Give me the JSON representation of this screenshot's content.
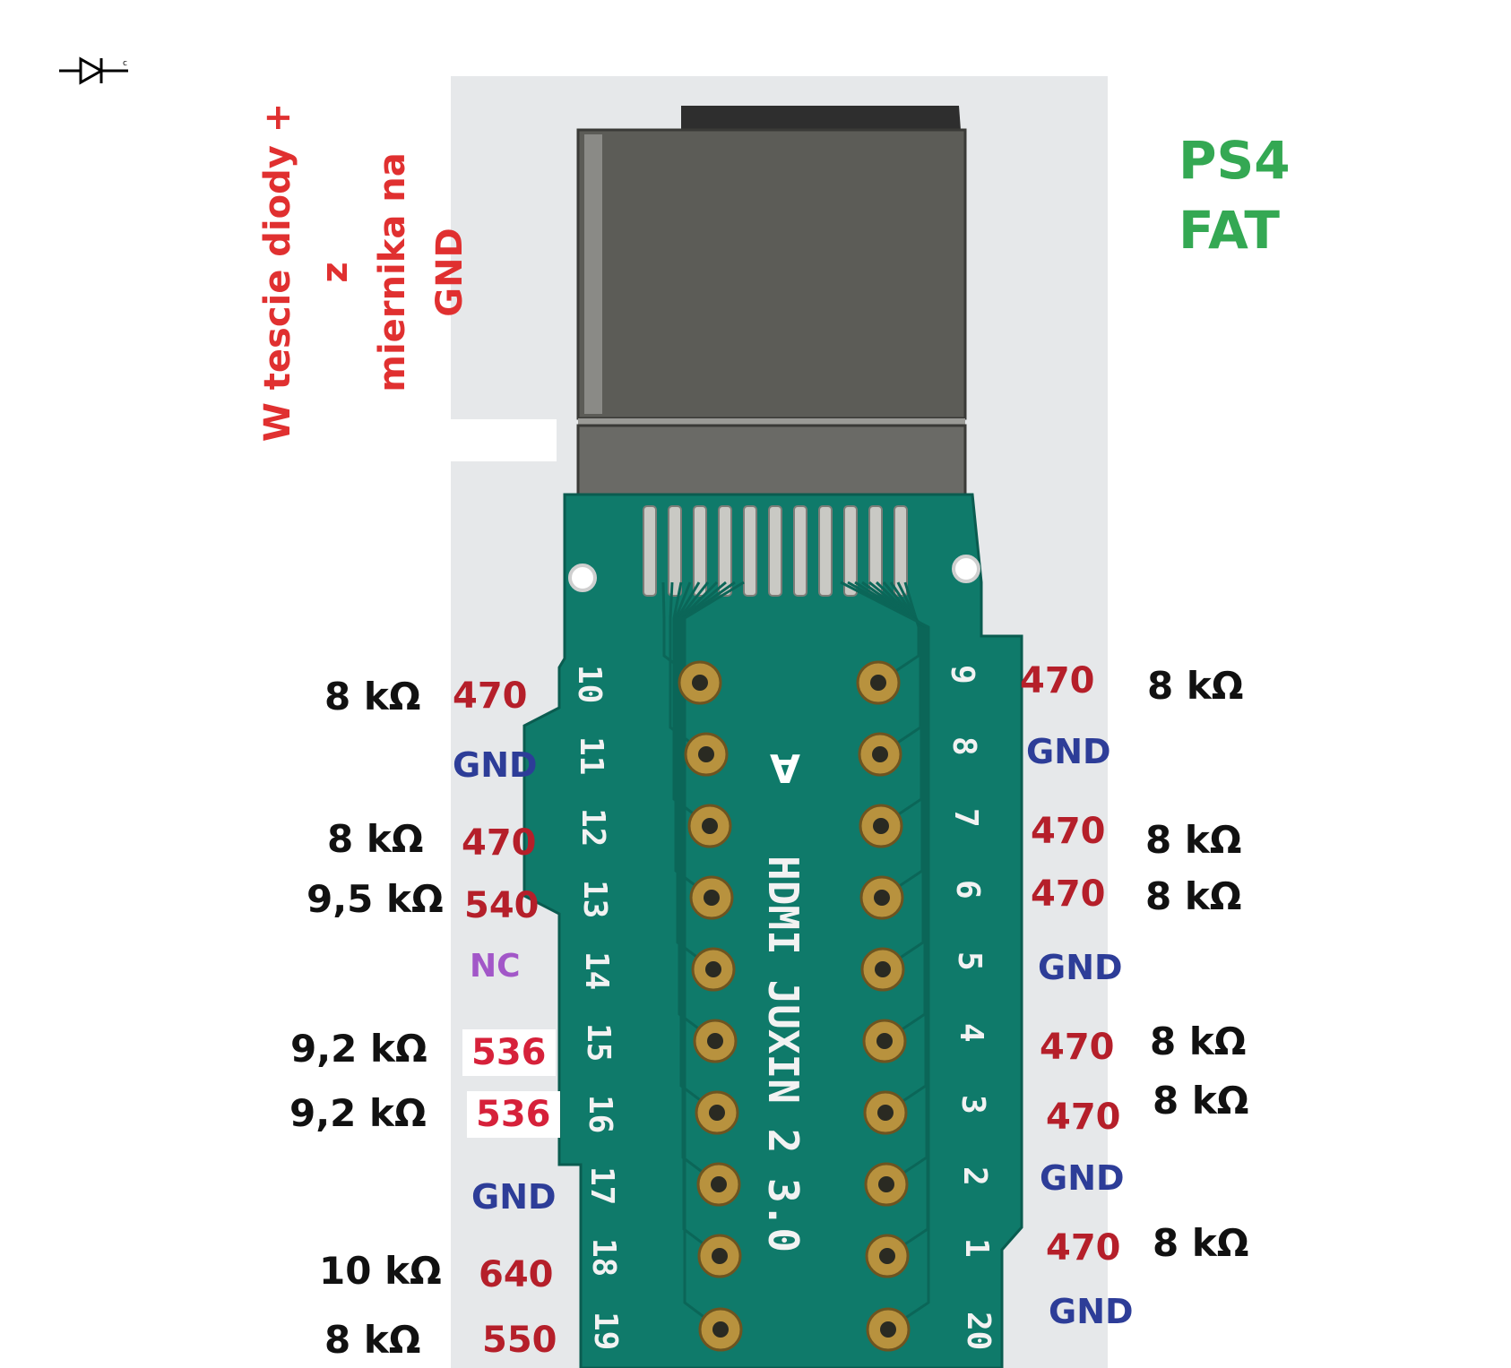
{
  "title": {
    "line1": "PS4",
    "line2": "FAT"
  },
  "note": {
    "line1": "W tescie diody + z",
    "line2": "miernika na GND"
  },
  "symbol": {
    "name": "diode-symbol",
    "mark": "c"
  },
  "board": {
    "silkscreen_letter": "A",
    "silkscreen_text": "HDMI JUXIN 2 3.0",
    "left_pin_numbers": [
      "10",
      "11",
      "12",
      "13",
      "14",
      "15",
      "16",
      "17",
      "18",
      "19"
    ],
    "right_pin_numbers": [
      "9",
      "8",
      "7",
      "6",
      "5",
      "4",
      "3",
      "2",
      "1",
      "20"
    ],
    "colors": {
      "pcb": "#0f7a6a",
      "pad": "#b8923e",
      "connector": "#5a5a55"
    }
  },
  "left_pins": [
    {
      "pin": "10",
      "resistance": "8 kΩ",
      "diode": "470"
    },
    {
      "pin": "11",
      "resistance": "",
      "diode": "GND"
    },
    {
      "pin": "12",
      "resistance": "8 kΩ",
      "diode": "470"
    },
    {
      "pin": "13",
      "resistance": "9,5 kΩ",
      "diode": "540"
    },
    {
      "pin": "14",
      "resistance": "",
      "diode": "NC"
    },
    {
      "pin": "15",
      "resistance": "9,2 kΩ",
      "diode": "536"
    },
    {
      "pin": "16",
      "resistance": "9,2 kΩ",
      "diode": "536"
    },
    {
      "pin": "17",
      "resistance": "",
      "diode": "GND"
    },
    {
      "pin": "18",
      "resistance": "10 kΩ",
      "diode": "640"
    },
    {
      "pin": "19",
      "resistance": "8 kΩ",
      "diode": "550"
    }
  ],
  "right_pins": [
    {
      "pin": "9",
      "diode": "470",
      "resistance": "8 kΩ"
    },
    {
      "pin": "8",
      "diode": "GND",
      "resistance": ""
    },
    {
      "pin": "7",
      "diode": "470",
      "resistance": "8 kΩ"
    },
    {
      "pin": "6",
      "diode": "470",
      "resistance": "8 kΩ"
    },
    {
      "pin": "5",
      "diode": "GND",
      "resistance": ""
    },
    {
      "pin": "4",
      "diode": "470",
      "resistance": "8 kΩ"
    },
    {
      "pin": "3",
      "diode": "470",
      "resistance": "8 kΩ"
    },
    {
      "pin": "2",
      "diode": "GND",
      "resistance": ""
    },
    {
      "pin": "1",
      "diode": "470",
      "resistance": "8 kΩ"
    },
    {
      "pin": "20",
      "diode": "GND",
      "resistance": ""
    }
  ],
  "colors": {
    "title": "#34a853",
    "note": "#e03030",
    "diode_value": "#b51f2a",
    "gnd": "#2d3d98",
    "nc": "#a257c8",
    "resistance": "#111111"
  }
}
